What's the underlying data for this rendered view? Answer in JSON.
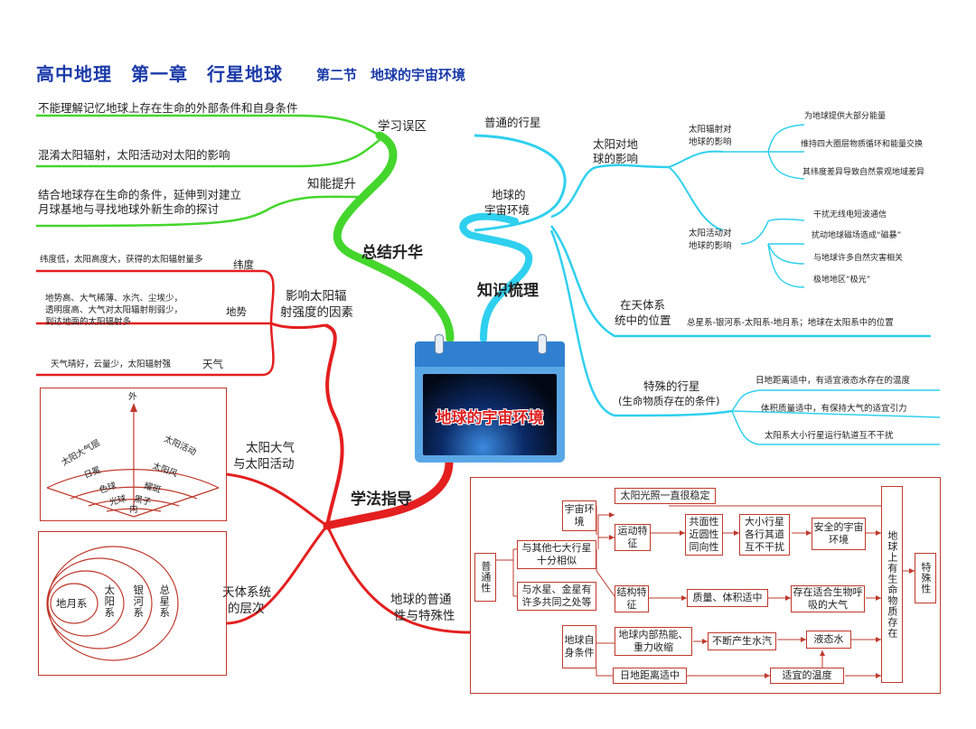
{
  "header": {
    "title": "高中地理　第一章　行星地球",
    "subtitle": "第二节　地球的宇宙环境"
  },
  "center": {
    "label": "地球的宇宙环境"
  },
  "branches": {
    "summary": {
      "label": "总结升华"
    },
    "knowledge": {
      "label": "知识梳理"
    },
    "method": {
      "label": "学法指导"
    }
  },
  "misconceptions": {
    "label": "学习误区",
    "items": [
      "不能理解记忆地球上存在生命的外部条件和自身条件",
      "混淆太阳辐射，太阳活动对太阳的影响"
    ]
  },
  "ability": {
    "label": "知能提升",
    "item_line1": "结合地球存在生命的条件，延伸到对建立",
    "item_line2": "月球基地与寻找地球外新生命的探讨"
  },
  "factors": {
    "label_line1": "影响太阳辐",
    "label_line2": "射强度的因素",
    "latitude": {
      "label": "纬度",
      "text": "纬度低，太阳高度大，获得的太阳辐射量多"
    },
    "terrain": {
      "label": "地势",
      "text_line1": "地势高、大气稀薄、水汽、尘埃少，",
      "text_line2": "透明度高、大气对太阳辐射削弱少，",
      "text_line3": "到达地面的太阳辐射多"
    },
    "weather": {
      "label": "天气",
      "text": "天气晴好，云量少，太阳辐射强"
    }
  },
  "atmosphere": {
    "label_line1": "太阳大气",
    "label_line2": "与太阳活动",
    "outer": "外",
    "inner": "内",
    "left": [
      "太阳大气层",
      "日冕",
      "色球",
      "光球"
    ],
    "right": [
      "太阳活动",
      "太阳风",
      "耀斑",
      "黑子"
    ]
  },
  "systems": {
    "label_line1": "天体系统",
    "label_line2": "的层次",
    "rings": [
      "地月系",
      "太阳系",
      "银河系",
      "总星系"
    ]
  },
  "knowledge_tree": {
    "ordinary_planet": "普通的行星",
    "cosmic_env_line1": "地球的",
    "cosmic_env_line2": "宇宙环境",
    "sun_effect_line1": "太阳对地",
    "sun_effect_line2": "球的影响",
    "radiation_line1": "太阳辐射对",
    "radiation_line2": "地球的影响",
    "radiation_items": [
      "为地球提供大部分能量",
      "维持四大圈层物质循环和能量交换",
      "其纬度差异导致自然景观地域差异"
    ],
    "activity_line1": "太阳活动对",
    "activity_line2": "地球的影响",
    "activity_items": [
      "干扰无线电短波通信",
      "扰动地球磁场造成“磁暴”",
      "与地球许多自然灾害相关",
      "极地地区“极光”"
    ],
    "position_line1": "在天体系",
    "position_line2": "统中的位置",
    "position_text": "总星系-银河系-太阳系-地月系；地球在太阳系中的位置",
    "special_line1": "特殊的行星",
    "special_line2": "(生命物质存在的条件)",
    "special_items": [
      "日地距离适中，有适宜液态水存在的温度",
      "体积质量适中，有保持大气的适宜引力",
      "太阳系大小行星运行轨道互不干扰"
    ]
  },
  "ordinary_special": {
    "label_line1": "地球的普通",
    "label_line2": "性与特殊性"
  },
  "flow": {
    "ordinary": "普通性",
    "cosmic_env": "宇宙环境",
    "sun_stable": "太阳光照一直很稳定",
    "motion": "运动特征",
    "coplanar": "共面性近圆性同向性",
    "orbits": "大小行星各行其道互不干扰",
    "safe_env": "安全的宇宙环境",
    "similar_seven": "与其他七大行星十分相似",
    "similar_many": "与水星、金星有许多共同之处等",
    "structure": "结构特征",
    "mass_volume": "质量、体积适中",
    "atmosphere_ok": "存在适合生物呼吸的大气",
    "self_cond": "地球自身条件",
    "heat": "地球内部热能、重力收缩",
    "vapor": "不断产生水汽",
    "water": "液态水",
    "distance": "日地距离适中",
    "temperature": "适宜的温度",
    "life": "地球上有生命物质存在",
    "special": "特殊性"
  },
  "colors": {
    "green": "#44d62c",
    "cyan": "#2fd0ef",
    "red": "#e41f1f",
    "title_blue": "#1a3aa8"
  }
}
